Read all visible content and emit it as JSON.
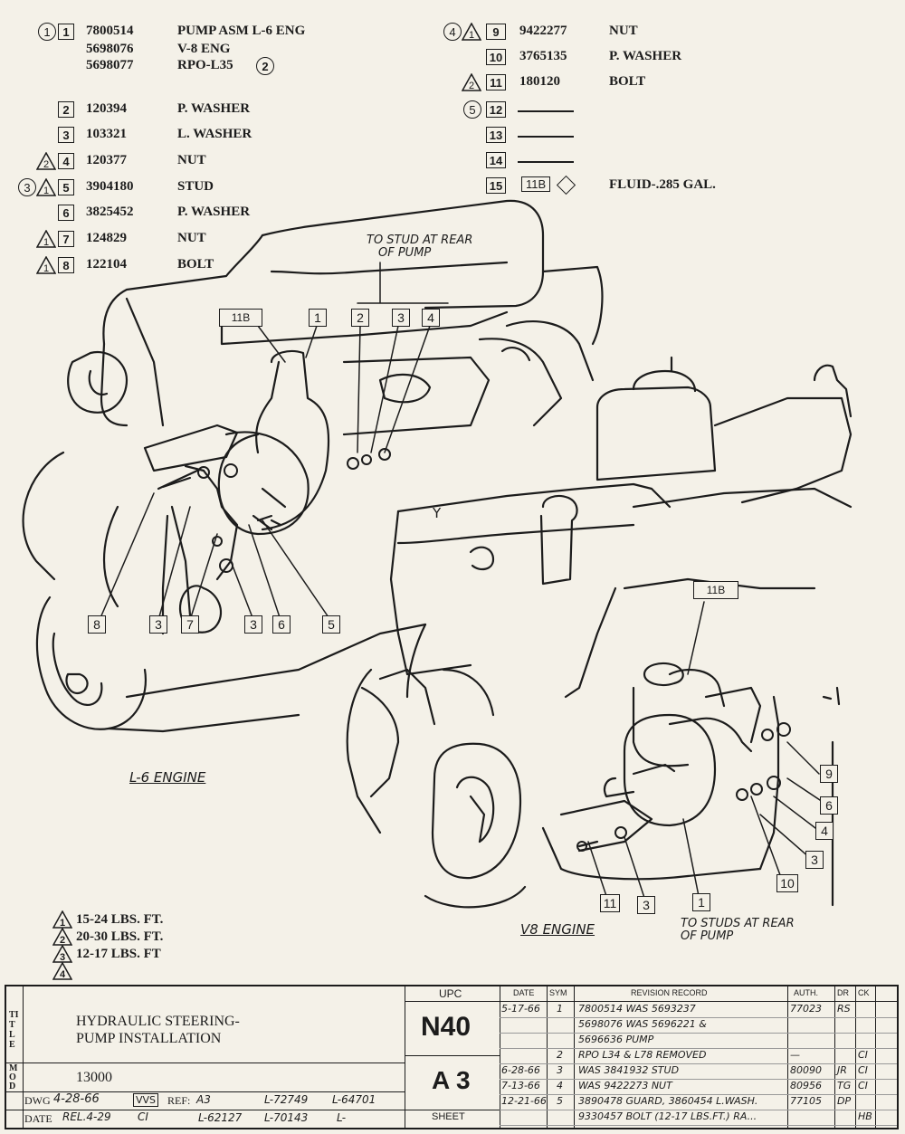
{
  "parts_list": [
    {
      "circle": "1",
      "index": "1",
      "number": "7800514",
      "description": "PUMP ASM L-6 ENG"
    },
    {
      "index": "",
      "number": "5698076",
      "description": "V-8 ENG"
    },
    {
      "index": "",
      "number": "5698077",
      "description": "RPO-L35",
      "circle_after": "2"
    },
    {
      "index": "2",
      "number": "120394",
      "description": "P. WASHER"
    },
    {
      "index": "3",
      "number": "103321",
      "description": "L. WASHER"
    },
    {
      "triangle": "2",
      "index": "4",
      "number": "120377",
      "description": "NUT"
    },
    {
      "circle": "3",
      "triangle": "1",
      "index": "5",
      "number": "3904180",
      "description": "STUD"
    },
    {
      "index": "6",
      "number": "3825452",
      "description": "P. WASHER"
    },
    {
      "triangle": "1",
      "index": "7",
      "number": "124829",
      "description": "NUT"
    },
    {
      "triangle": "1",
      "index": "8",
      "number": "122104",
      "description": "BOLT"
    }
  ],
  "parts_list_right": [
    {
      "circle": "4",
      "triangle": "1",
      "index": "9",
      "number": "9422277",
      "description": "NUT"
    },
    {
      "index": "10",
      "number": "3765135",
      "description": "P. WASHER"
    },
    {
      "triangle": "2",
      "index": "11",
      "number": "180120",
      "description": "BOLT"
    },
    {
      "circle": "5",
      "index": "12",
      "number": "",
      "description": ""
    },
    {
      "index": "13",
      "number": "",
      "description": ""
    },
    {
      "index": "14",
      "number": "",
      "description": ""
    },
    {
      "index": "15",
      "number": "11B",
      "description": "FLUID-.285 GAL."
    }
  ],
  "annotations": {
    "rear_stud_top": "TO STUD AT REAR",
    "rear_stud_top2": "OF PUMP",
    "rear_studs_bottom": "TO STUDS AT REAR",
    "rear_studs_bottom2": "OF PUMP",
    "l6_label": "L-6 ENGINE",
    "v8_label": "V8 ENGINE",
    "fluid_callout": "11B",
    "belt_letter": "Y"
  },
  "torque": [
    {
      "mark": "1",
      "text": "15-24 LBS. FT."
    },
    {
      "mark": "2",
      "text": "20-30 LBS. FT."
    },
    {
      "mark": "3",
      "text": "12-17 LBS. FT"
    },
    {
      "mark": "4",
      "text": ""
    }
  ],
  "title_block": {
    "upc_label": "UPC",
    "title_side": "TITLE",
    "mod_side": "MOD",
    "title_line1": "HYDRAULIC STEERING-",
    "title_line2": "PUMP INSTALLATION",
    "mod_value": "13000",
    "upc_value": "N40",
    "sheet_group": "A 3",
    "sheet_label": "SHEET",
    "dwg_label": "DWG",
    "dwg_date": "4-28-66",
    "drawn_by": "VVS",
    "ref_label": "REF:",
    "ref_value": "A3",
    "date_label": "DATE",
    "date_value": "REL.4-29",
    "checked": "CI",
    "refs": [
      "L-72749",
      "L-64701",
      "L-62127",
      "L-70143",
      "L-"
    ],
    "rev_headers": {
      "date": "DATE",
      "sym": "SYM",
      "record": "REVISION RECORD",
      "auth": "AUTH.",
      "dr": "DR",
      "ck": "CK"
    },
    "revisions": [
      {
        "date": "5-17-66",
        "sym": "1",
        "record": "7800514 WAS 5693237",
        "auth": "77023",
        "dr": "RS",
        "ck": ""
      },
      {
        "date": "",
        "sym": "",
        "record": "5698076 WAS 5696221 &",
        "auth": "",
        "dr": "",
        "ck": ""
      },
      {
        "date": "",
        "sym": "",
        "record": "5696636 PUMP",
        "auth": "",
        "dr": "",
        "ck": ""
      },
      {
        "date": "",
        "sym": "2",
        "record": "RPO L34 & L78 REMOVED",
        "auth": "—",
        "dr": "",
        "ck": "CI"
      },
      {
        "date": "6-28-66",
        "sym": "3",
        "record": "WAS 3841932 STUD",
        "auth": "80090",
        "dr": "JR",
        "ck": "CI"
      },
      {
        "date": "7-13-66",
        "sym": "4",
        "record": "WAS 9422273 NUT",
        "auth": "80956",
        "dr": "TG",
        "ck": "CI"
      },
      {
        "date": "12-21-66",
        "sym": "5",
        "record": "3890478 GUARD, 3860454 L.WASH.",
        "auth": "77105",
        "dr": "DP",
        "ck": ""
      },
      {
        "date": "",
        "sym": "",
        "record": "9330457 BOLT (12-17 LBS.FT.) RA...",
        "auth": "",
        "dr": "",
        "ck": "HB"
      }
    ]
  }
}
